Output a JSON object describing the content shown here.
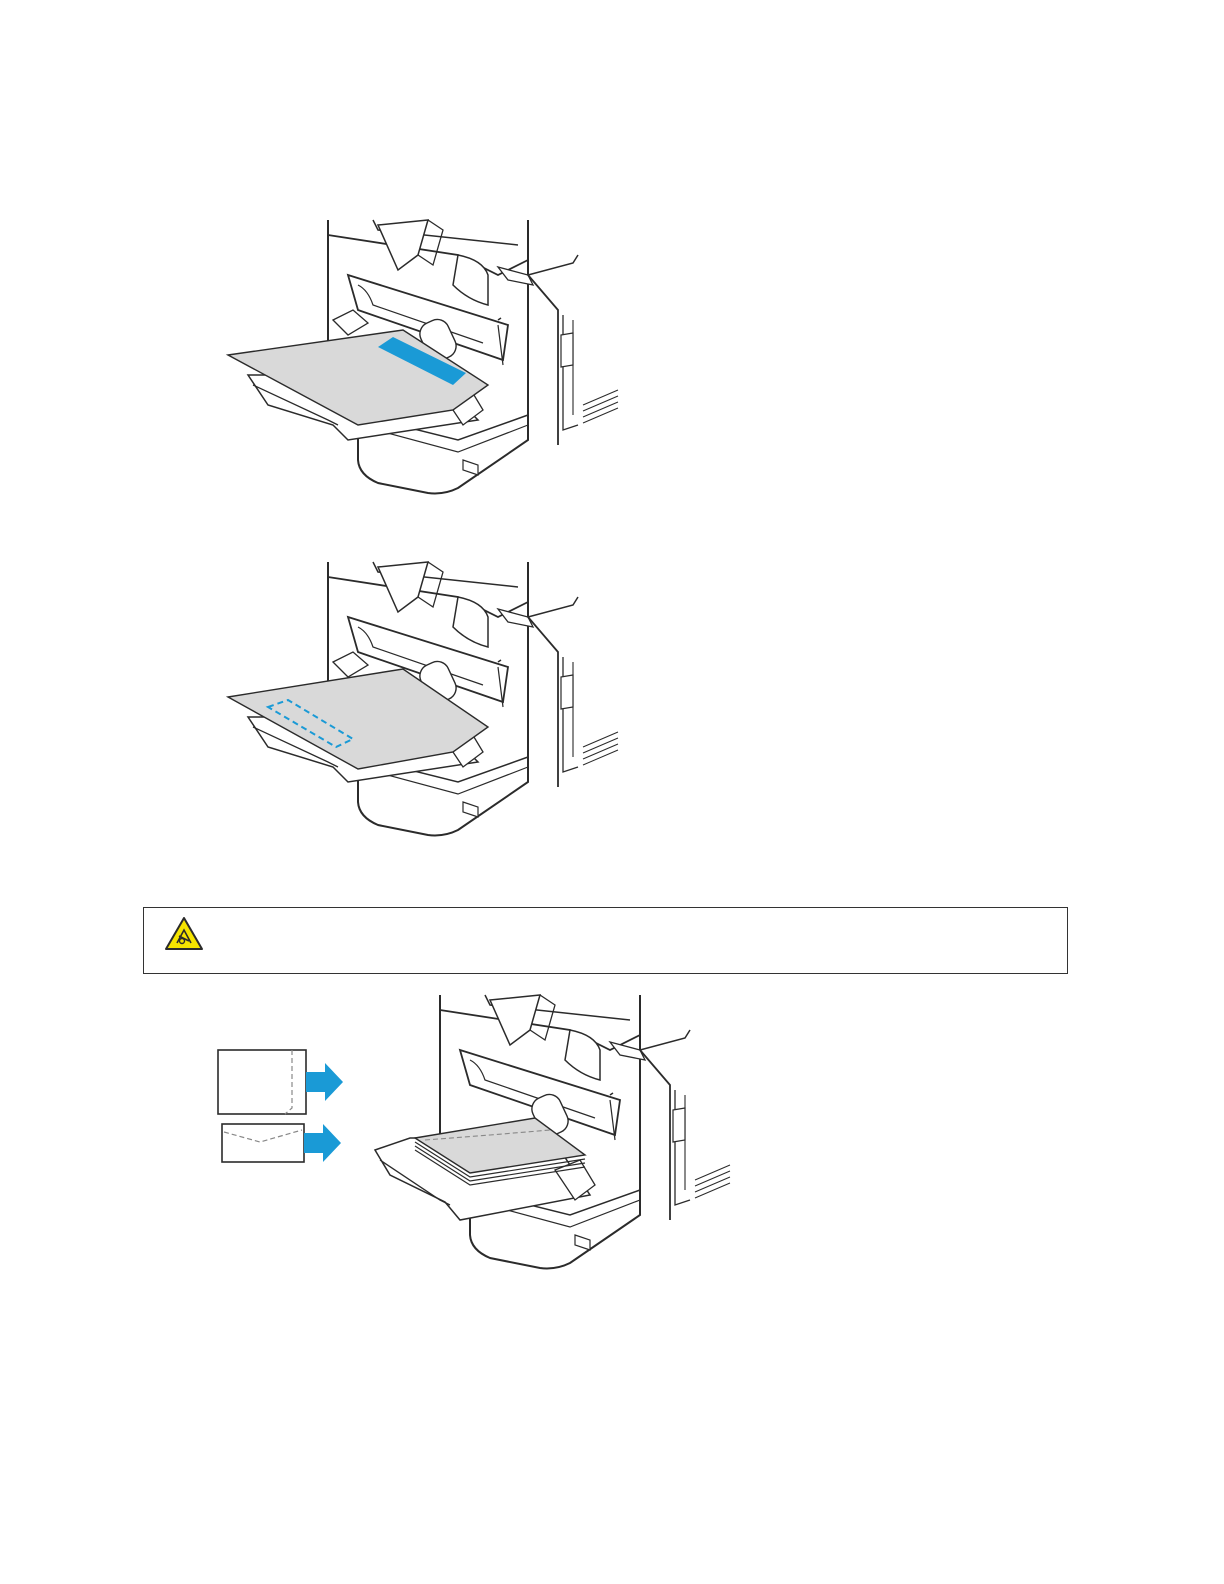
{
  "page": {
    "background": "#ffffff"
  },
  "colors": {
    "accent_blue": "#1a9ad6",
    "paper_gray": "#d9d9d9",
    "line": "#2b2b2b",
    "warning_yellow": "#f5e400"
  },
  "figures": [
    {
      "id": "letterhead-face-up",
      "icons": [
        "printer-icon",
        "paper-stack-icon",
        "blue-marker-icon"
      ]
    },
    {
      "id": "hole-punched-paper",
      "icons": [
        "printer-icon",
        "paper-stack-icon",
        "dashed-marker-icon"
      ]
    },
    {
      "id": "envelopes-loading",
      "icons": [
        "portrait-envelope-icon",
        "landscape-envelope-icon",
        "feed-arrow-icon",
        "printer-icon",
        "envelope-stack-icon"
      ]
    }
  ],
  "warning": {
    "icon": "pinch-hazard-icon"
  }
}
